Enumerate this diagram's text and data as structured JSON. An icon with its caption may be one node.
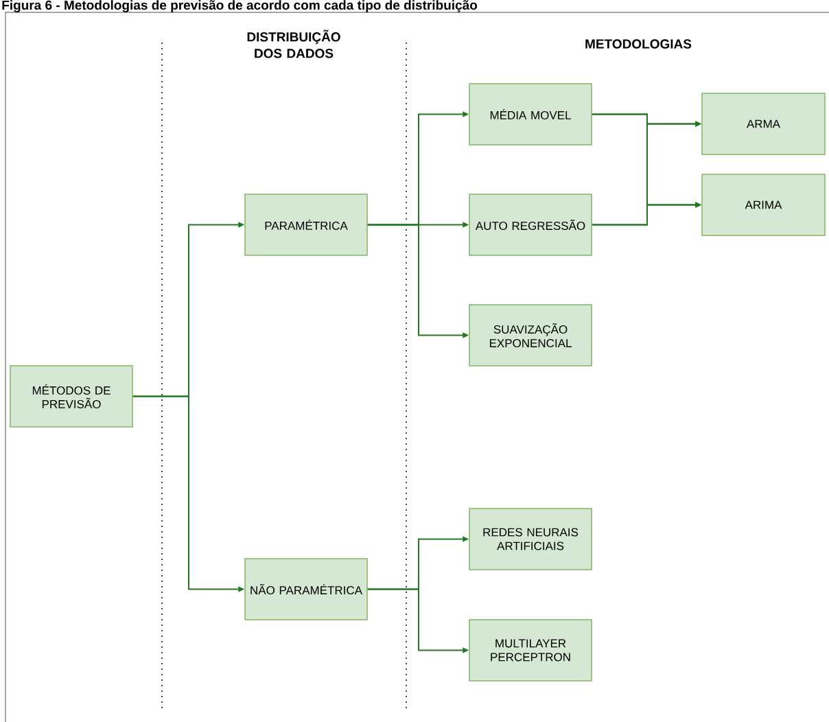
{
  "diagram": {
    "title": "Figura 6 - Metodologias de previsão de acordo com cada tipo de distribuição",
    "nodes": [
      {
        "text": [
          "MÉTODOS DE PREVISÃO"
        ]
      },
      {
        "text": [
          "PARAMÉTRICA"
        ]
      },
      {
        "text": [
          "NÃO PARAMÉTRICA"
        ]
      },
      {
        "text": [
          "MÉDIA MOVEL"
        ]
      },
      {
        "text": [
          "AUTO REGRESSÃO"
        ]
      },
      {
        "text": [
          "SUAVIZAÇÃO EXPONENCIAL"
        ]
      },
      {
        "text": [
          "REDES NEURAIS ARTIFICIAIS"
        ]
      },
      {
        "text": [
          "MULTILAYER PERCEPTRON"
        ]
      },
      {
        "text": [
          "ARMA"
        ]
      },
      {
        "text": [
          "ARIMA"
        ]
      }
    ],
    "edges": [
      {
        "from": 0,
        "to": 1,
        "arrow": "to"
      },
      {
        "from": 0,
        "to": 2,
        "arrow": "to"
      },
      {
        "from": 1,
        "to": 3,
        "arrow": "to"
      },
      {
        "from": 1,
        "to": 4,
        "arrow": "to"
      },
      {
        "from": 1,
        "to": 5,
        "arrow": "to"
      },
      {
        "from": 2,
        "to": 6,
        "arrow": "to"
      },
      {
        "from": 2,
        "to": 7,
        "arrow": "to"
      },
      {
        "from": 3,
        "to": 8,
        "arrow": "to"
      },
      {
        "from": 3,
        "to": 9,
        "arrow": "to"
      },
      {
        "from": 4,
        "to": 8,
        "arrow": "to"
      },
      {
        "from": 4,
        "to": 9,
        "arrow": "to"
      }
    ],
    "labels": [
      "DISTRIBUIÇÃO DOS DADOS",
      "METODOLOGIAS"
    ]
  }
}
